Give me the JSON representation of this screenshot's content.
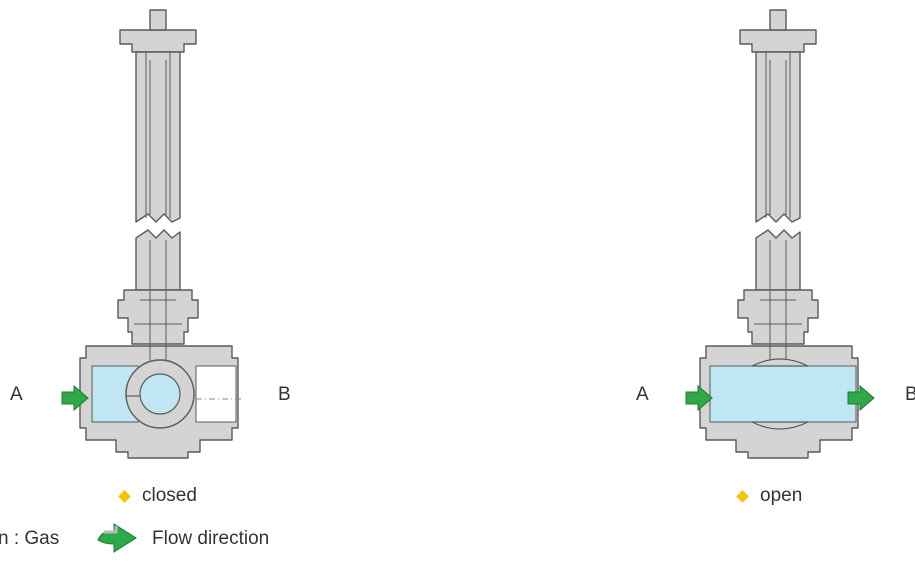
{
  "diagrams": [
    {
      "state": "closed",
      "inlet_label": "A",
      "outlet_label": "B"
    },
    {
      "state": "open",
      "inlet_label": "A",
      "outlet_label": "B"
    }
  ],
  "legend": {
    "medium_text": "Medium : Gas",
    "visible_medium_text": "n : Gas",
    "flow_text": "Flow direction"
  },
  "colors": {
    "body": "#d4d4d4",
    "outline": "#5a5a5a",
    "fluid": "#bfe6f2",
    "arrow": "#2fa84a",
    "bullet": "#f4c400"
  }
}
